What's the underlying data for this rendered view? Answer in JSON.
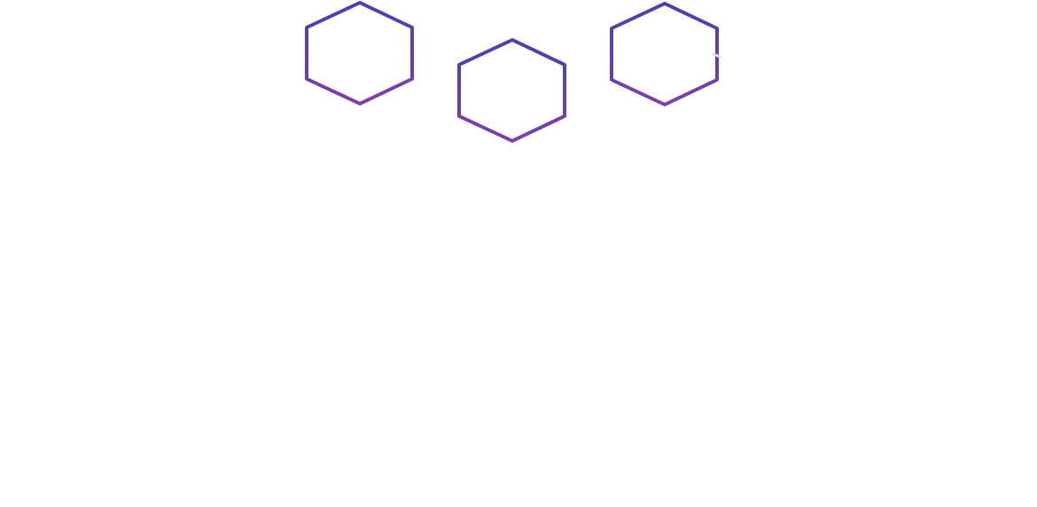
{
  "colors": {
    "background": "#ffffff",
    "stroke_top": "#4a3fb0",
    "stroke_bottom": "#7a3fb0",
    "notch": "#d9d9f0"
  },
  "shapes": {
    "hexagons": [
      {
        "name": "hexagon-left",
        "icon": "hexagon-outline-icon"
      },
      {
        "name": "hexagon-middle",
        "icon": "hexagon-outline-icon"
      },
      {
        "name": "hexagon-right",
        "icon": "hexagon-outline-icon"
      }
    ]
  }
}
